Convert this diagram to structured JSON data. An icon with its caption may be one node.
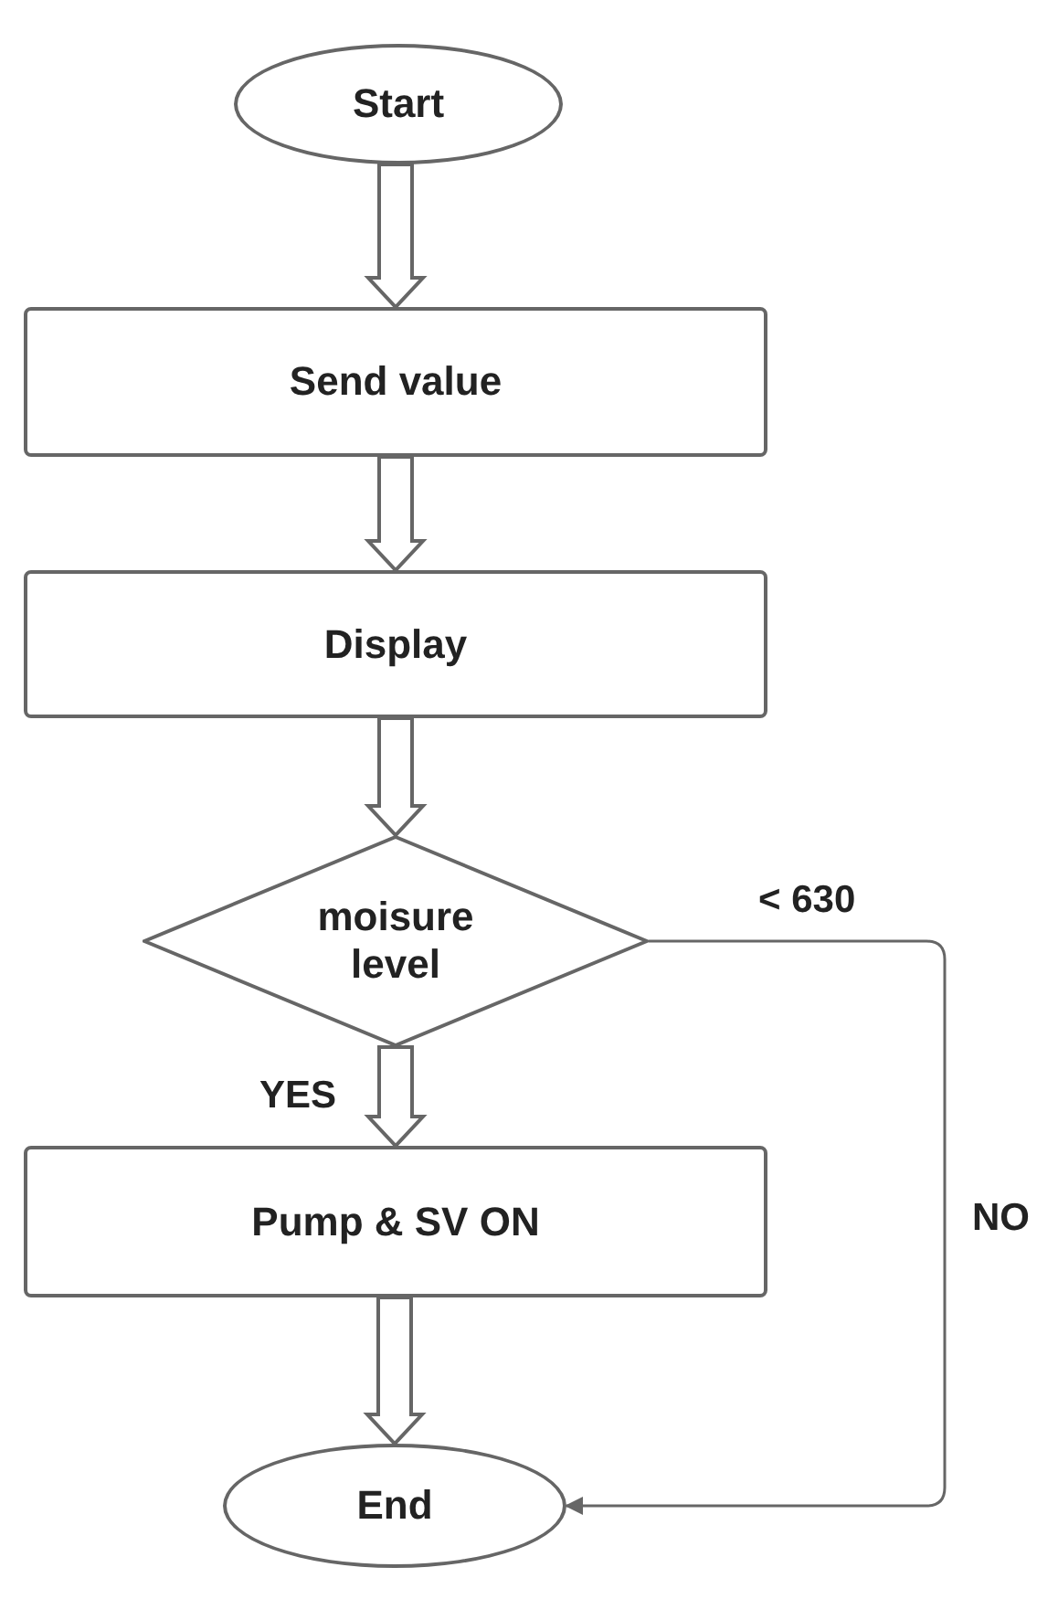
{
  "diagram": {
    "nodes": [
      {
        "text": [
          "Start"
        ]
      },
      {
        "text": [
          "Send value"
        ]
      },
      {
        "text": [
          "Display"
        ]
      },
      {
        "text": [
          "moisure level"
        ]
      },
      {
        "text": [
          "Pump & SV ON"
        ]
      },
      {
        "text": [
          "End"
        ]
      }
    ],
    "edges": [
      {
        "from": 0,
        "to": 1,
        "arrow": "to"
      },
      {
        "from": 1,
        "to": 2,
        "arrow": "to"
      },
      {
        "from": 2,
        "to": 3,
        "arrow": "to"
      },
      {
        "from": 3,
        "to": 4,
        "arrow": "to",
        "label": "YES"
      },
      {
        "from": 4,
        "to": 5,
        "arrow": "to"
      },
      {
        "from": 3,
        "to": 5,
        "arrow": "to",
        "label": "NO"
      }
    ],
    "labels": [
      "< 630"
    ]
  }
}
